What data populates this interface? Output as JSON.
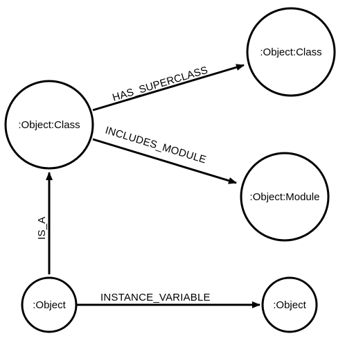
{
  "colors": {
    "stroke": "#000000",
    "background": "#ffffff"
  },
  "nodes": [
    {
      "id": "n_class_left",
      "label": ":Object:Class"
    },
    {
      "id": "n_class_right",
      "label": ":Object:Class"
    },
    {
      "id": "n_module",
      "label": ":Object:Module"
    },
    {
      "id": "n_object_left",
      "label": ":Object"
    },
    {
      "id": "n_object_right",
      "label": ":Object"
    }
  ],
  "edges": [
    {
      "from": "n_class_left",
      "to": "n_class_right",
      "label": "HAS_SUPERCLASS"
    },
    {
      "from": "n_class_left",
      "to": "n_module",
      "label": "INCLUDES_MODULE"
    },
    {
      "from": "n_object_left",
      "to": "n_class_left",
      "label": "IS_A"
    },
    {
      "from": "n_object_left",
      "to": "n_object_right",
      "label": "INSTANCE_VARIABLE"
    }
  ]
}
